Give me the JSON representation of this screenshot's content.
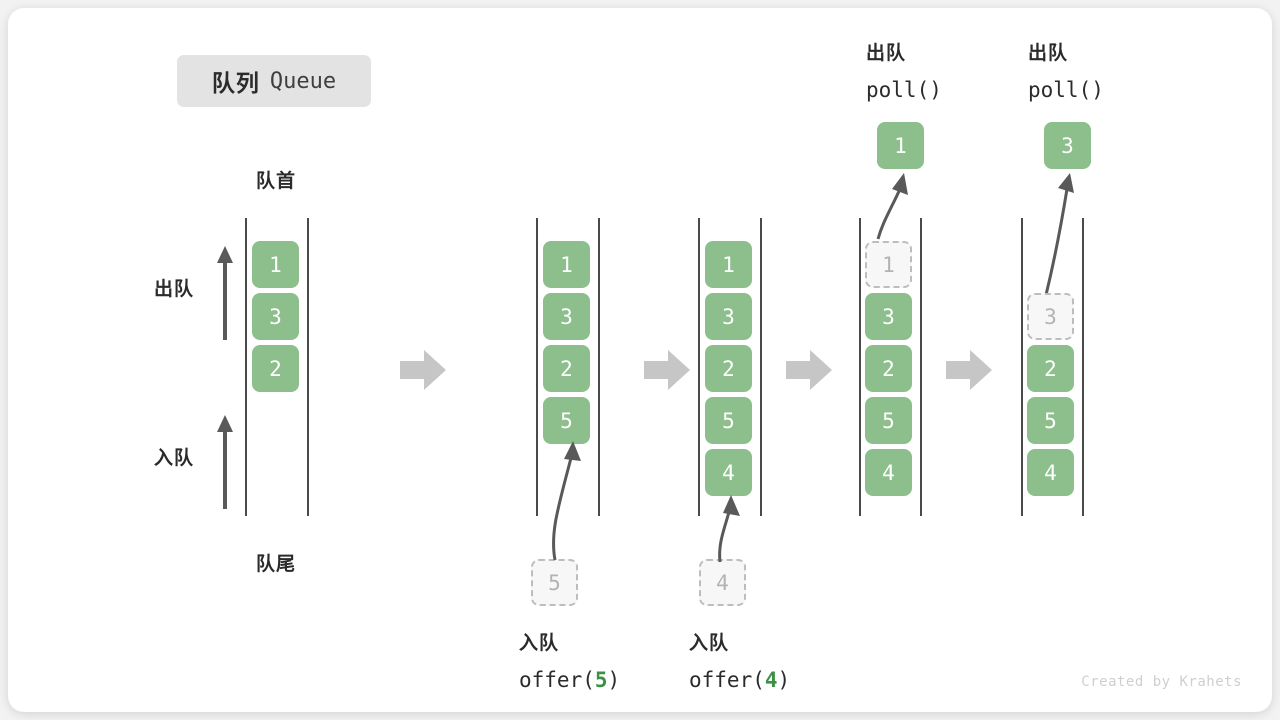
{
  "title": {
    "cn": "队列",
    "en": "Queue"
  },
  "labels": {
    "front": "队首",
    "rear": "队尾",
    "dequeue": "出队",
    "enqueue": "入队"
  },
  "credit": "Created by Krahets",
  "colors": {
    "node_fill": "#8cbf8c",
    "node_text": "#ffffff",
    "ghost_fill": "#f7f7f7",
    "ghost_border": "#bdbdbd",
    "ghost_text": "#b3b3b3",
    "rail": "#4a4a4a",
    "arrow": "#595959",
    "transition_arrow": "#c6c6c6",
    "badge_bg": "#e3e3e3",
    "accent_green": "#3a9143",
    "text": "#2b2b2b"
  },
  "columns": [
    {
      "id": "initial",
      "header_cn": "队首",
      "footer_cn": "队尾",
      "items": [
        "1",
        "3",
        "2"
      ],
      "ghost": null,
      "popped": null,
      "op_cn": null,
      "op_code": null,
      "op_value": null,
      "side_labels": [
        "出队",
        "入队"
      ]
    },
    {
      "id": "offer-5",
      "items": [
        "1",
        "3",
        "2",
        "5"
      ],
      "ghost": "5",
      "popped": null,
      "op_cn": "入队",
      "op_code_prefix": "offer(",
      "op_value": "5",
      "op_code_suffix": ")"
    },
    {
      "id": "offer-4",
      "items": [
        "1",
        "3",
        "2",
        "5",
        "4"
      ],
      "ghost": "4",
      "popped": null,
      "op_cn": "入队",
      "op_code_prefix": "offer(",
      "op_value": "4",
      "op_code_suffix": ")"
    },
    {
      "id": "poll-1",
      "items": [
        "3",
        "2",
        "5",
        "4"
      ],
      "ghost": "1",
      "popped": "1",
      "op_cn": "出队",
      "op_code_prefix": "poll(",
      "op_value": "",
      "op_code_suffix": ")"
    },
    {
      "id": "poll-3",
      "items": [
        "2",
        "5",
        "4"
      ],
      "ghost": "3",
      "popped": "3",
      "op_cn": "出队",
      "op_code_prefix": "poll(",
      "op_value": "",
      "op_code_suffix": ")"
    }
  ]
}
